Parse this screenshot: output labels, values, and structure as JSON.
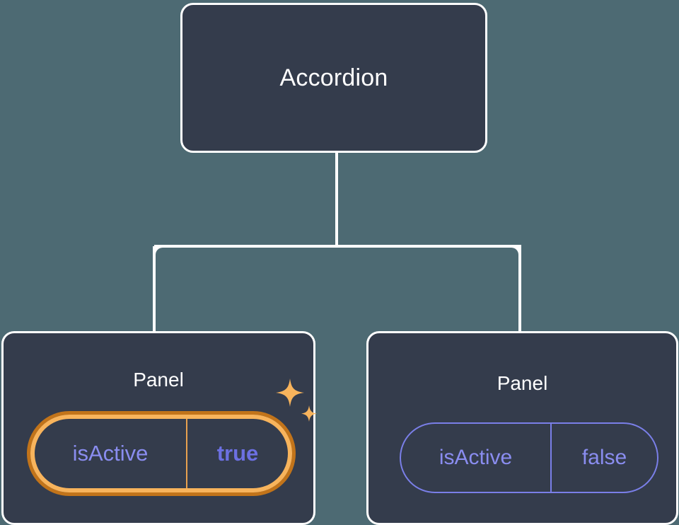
{
  "diagram": {
    "type": "component-tree",
    "background_color": "#4d6a73",
    "node_fill": "#343c4c",
    "node_border": "#ffffff",
    "edge_color": "#ffffff",
    "highlight_color": "#f8b45c",
    "highlight_outer_color": "#c2741a",
    "prop_color": "#8a8df0",
    "prop_value_active_color": "#6c70e2",
    "root": {
      "label": "Accordion"
    },
    "children": [
      {
        "label": "Panel",
        "highlighted": true,
        "prop": {
          "key": "isActive",
          "value": "true"
        },
        "sparkle_icons": [
          "sparkle-large-icon",
          "sparkle-small-icon"
        ]
      },
      {
        "label": "Panel",
        "highlighted": false,
        "prop": {
          "key": "isActive",
          "value": "false"
        }
      }
    ]
  }
}
